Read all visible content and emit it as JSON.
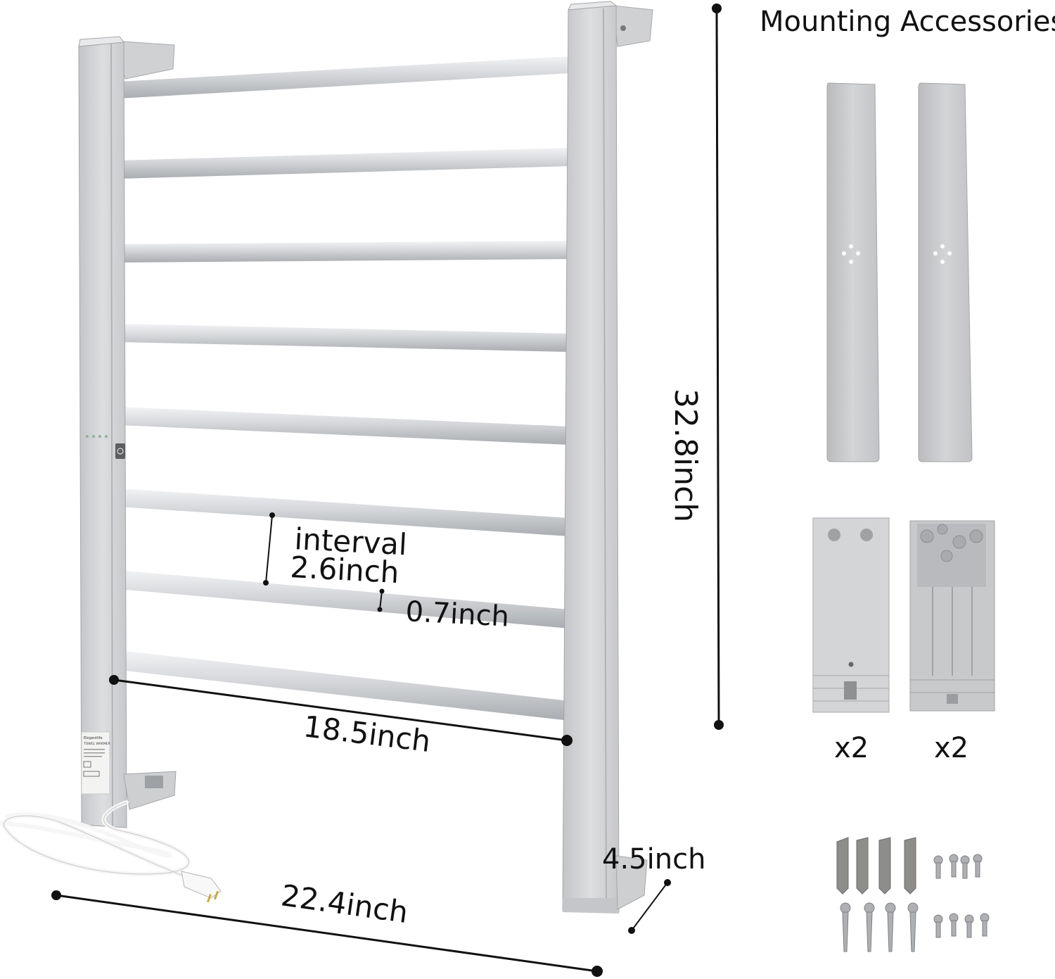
{
  "labels": {
    "accessories_title": "Mounting Accessories:",
    "height": "32.8inch",
    "interval_word": "interval",
    "interval_value": "2.6inch",
    "bar_diameter": "0.7inch",
    "inner_width": "18.5inch",
    "overall_width": "22.4inch",
    "depth": "4.5inch",
    "qty_left_bracket": "x2",
    "qty_right_bracket": "x2"
  },
  "product_label": {
    "brand": "Elegantlife",
    "product": "TOWEL WARMER"
  },
  "colors": {
    "aluminum": "#d3d4d6",
    "aluminum_shade": "#b4b6b9",
    "aluminum_highlight": "#eef0f2",
    "bracket_grey": "#cdcfd1",
    "dimension_line": "#111111",
    "cord": "#f4f4f4",
    "screw_metal": "#a8aaad",
    "anchor_grey": "#8e8c88"
  },
  "icons": {
    "power_button": "power-button-icon",
    "plug": "plug-icon"
  }
}
